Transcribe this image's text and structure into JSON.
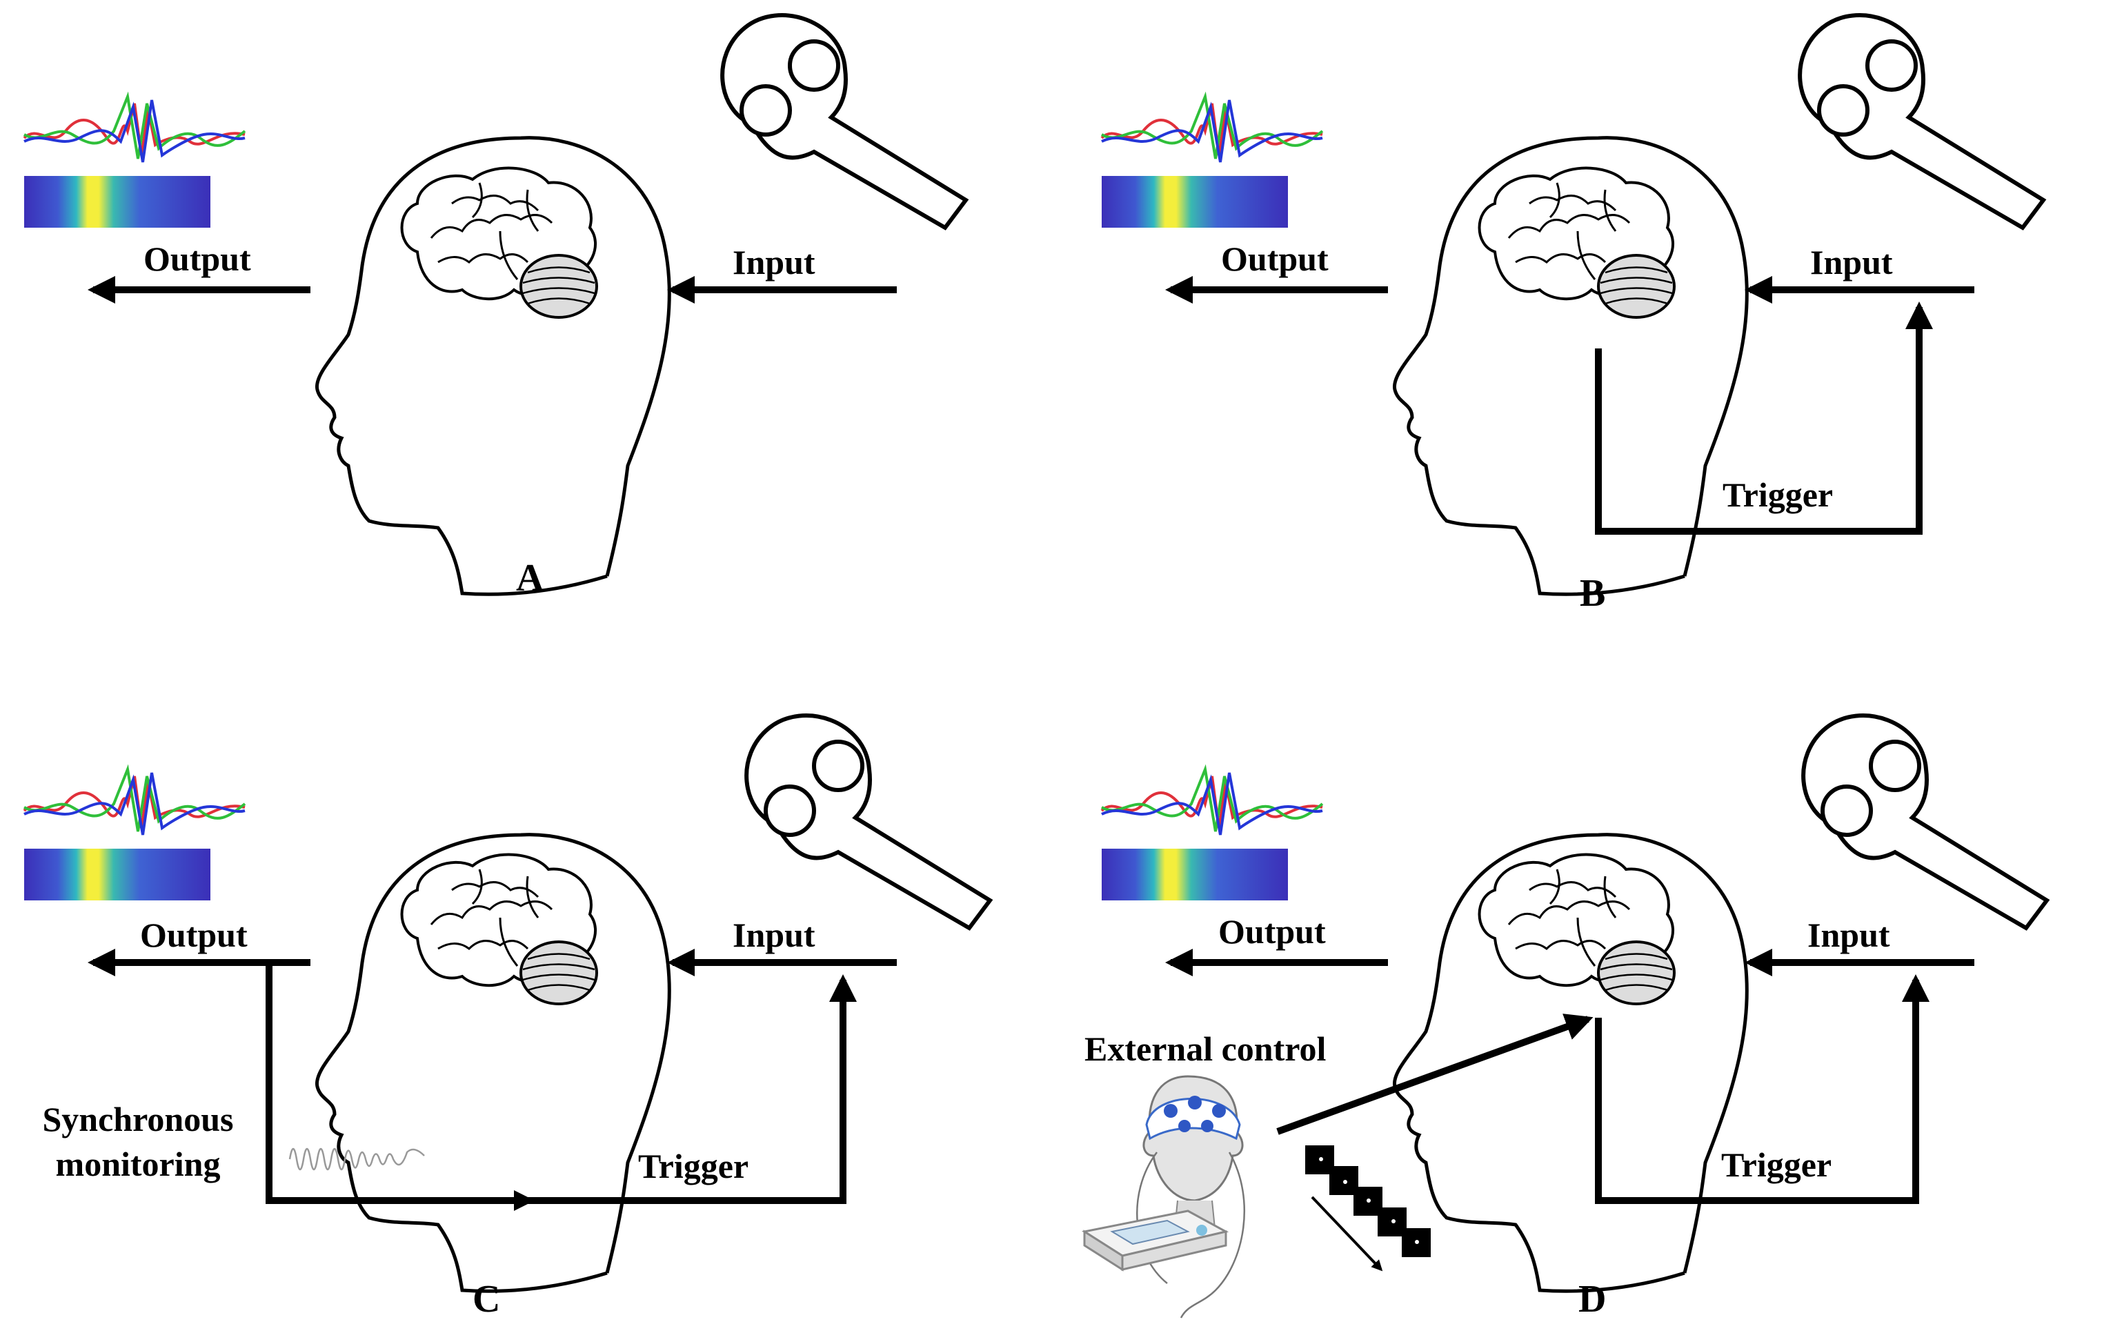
{
  "panels": [
    {
      "letter": "A",
      "output": "Output",
      "input": "Input"
    },
    {
      "letter": "B",
      "output": "Output",
      "input": "Input",
      "trigger": "Trigger"
    },
    {
      "letter": "C",
      "output": "Output",
      "input": "Input",
      "trigger": "Trigger",
      "monitor_line1": "Synchronous",
      "monitor_line2": "monitoring"
    },
    {
      "letter": "D",
      "output": "Output",
      "input": "Input",
      "trigger": "Trigger",
      "external": "External control"
    }
  ],
  "colors": {
    "line": "#000000",
    "heatmap_bg": "#3b2fb8",
    "heatmap_hot": "#f7f13b",
    "wave_red": "#e0303a",
    "wave_green": "#2fbf3a",
    "wave_blue": "#2436d8"
  },
  "icons": [
    "waveform-icon",
    "heatmap-icon",
    "head-outline-icon",
    "brain-icon",
    "cerebellum-icon",
    "tms-coil-icon",
    "eeg-cap-icon",
    "stimulus-frames-icon"
  ]
}
